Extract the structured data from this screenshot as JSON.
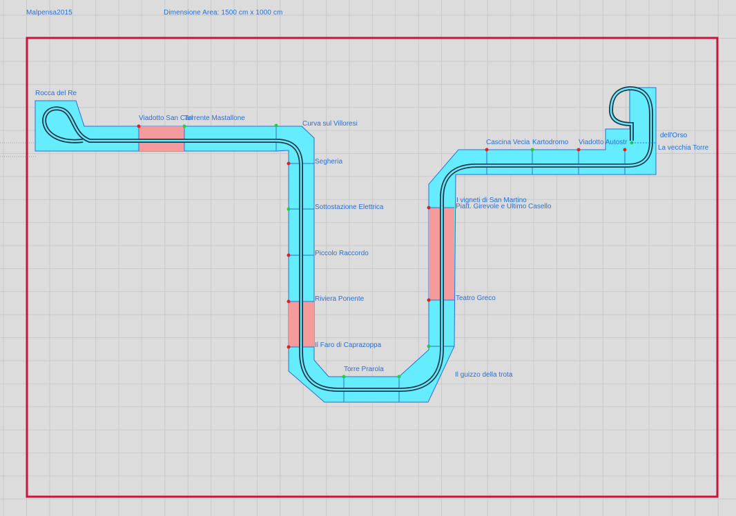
{
  "header": {
    "project_name": "Malpensa2015",
    "area_dimension": "Dimensione Area: 1500 cm x 1000 cm"
  },
  "colors": {
    "board_border": "#d0103a",
    "track_fill": "#66ecff",
    "track_stroke": "#2a6fd6",
    "section_highlight": "#f59b9b",
    "label": "#2a6fd6",
    "rail": "#1f3b4a",
    "marker_red": "#e0201e",
    "marker_green": "#22cc44"
  },
  "labels": {
    "rocca_del_re": "Rocca del Re",
    "viadotto_san_carlo": "Viadotto San Carl",
    "torrente_mastallone": "Torrente Mastallone",
    "curva_villoresi": "Curva sul Villoresi",
    "segheria": "Segheria",
    "sottostazione": "Sottostazione Elettrica",
    "piccolo_raccordo": "Piccolo Raccordo",
    "riviera_ponente": "Riviera Ponente",
    "faro_caprazoppa": "Il Faro di Caprazoppa",
    "torre_prarola": "Torre Prarola",
    "guizzo_trota": "Il guizzo della trota",
    "teatro_greco": "Teatro Greco",
    "vigneti_san_martino": "I vigneti di San Martino",
    "piatt_girevole": "Piatt. Girevole e Ultimo Casello",
    "cascina_vecia": "Cascina Vecia",
    "kartodromo": "Kartodromo",
    "viadotto_autostrada": "Viadotto Autostr",
    "dell_orso": "dell'Orso",
    "vecchia_torre": "La vecchia Torre"
  }
}
